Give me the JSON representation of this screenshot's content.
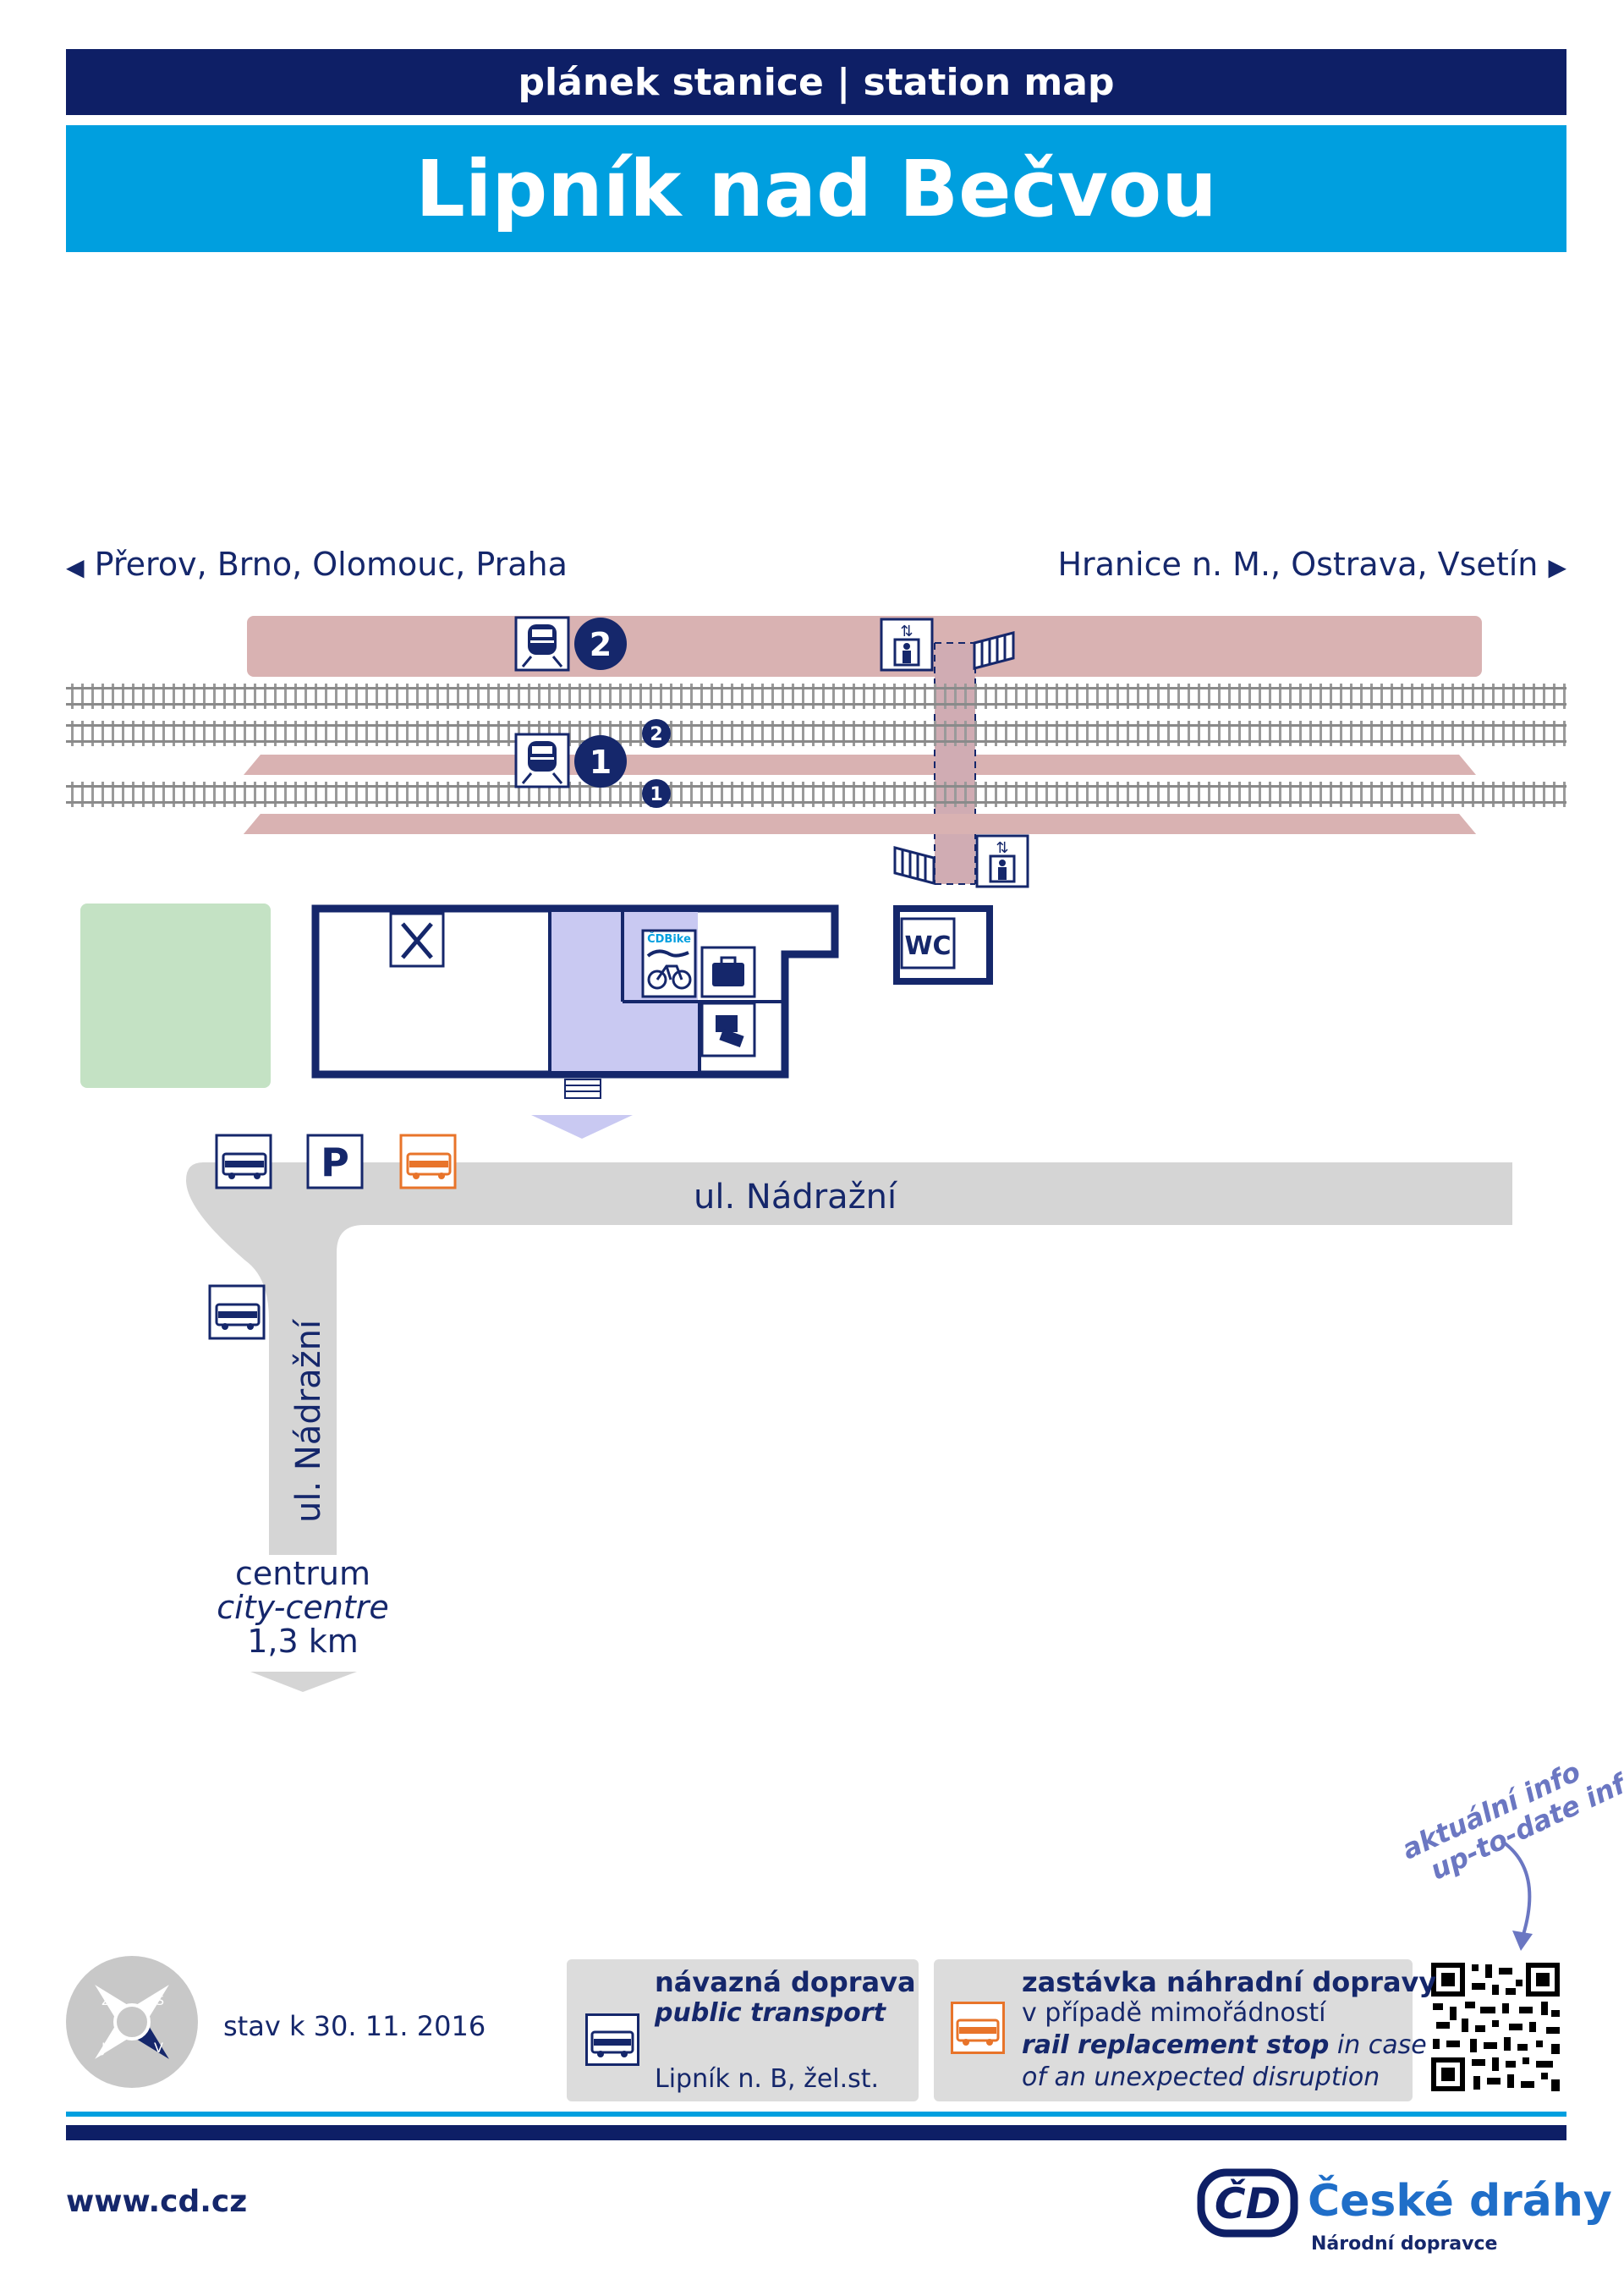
{
  "header": {
    "subtitle": "plánek stanice | station map",
    "title": "Lipník nad Bečvou"
  },
  "directions": {
    "left": "Přerov, Brno, Olomouc, Praha",
    "right": "Hranice n. M., Ostrava, Vsetín"
  },
  "platforms": {
    "platform_upper": "2",
    "platform_lower": "1",
    "track_upper": "2",
    "track_lower": "1"
  },
  "facilities": {
    "wc": "WC",
    "cdbike": "ČDBike",
    "ticket_window": "1",
    "icons": [
      "train-icon",
      "elevator-icon",
      "stairs-icon",
      "restaurant-icon",
      "bicycle-icon",
      "luggage-icon",
      "ticket-icon",
      "wc-icon",
      "bus-icon",
      "parking-icon",
      "replacement-bus-icon"
    ]
  },
  "streets": {
    "horizontal": "ul. Nádražní",
    "vertical": "ul. Nádražní",
    "parking": "P"
  },
  "centrum": {
    "cz": "centrum",
    "en": "city-centre",
    "distance": "1,3 km"
  },
  "footer": {
    "stav": "stav k 30. 11. 2016",
    "legend_public": {
      "title": "návazná doprava",
      "title_en": "public transport",
      "stop": "Lipník n. B, žel.st."
    },
    "legend_replacement": {
      "title": "zastávka náhradní dopravy",
      "line1": "v případě mimořádností",
      "line2_bold": "rail replacement stop",
      "line2_rest": " in case",
      "line3": "of an unexpected disruption"
    },
    "uptodate_cz": "aktuální info",
    "uptodate_en": "up-to-date info",
    "website": "www.cd.cz",
    "brand": "České dráhy",
    "brand_sub": "Národní dopravce",
    "brand_logo": "ČD",
    "compass": [
      "S",
      "J",
      "Z",
      "V"
    ]
  },
  "colors": {
    "navy": "#0e1f66",
    "blue": "#009fdf",
    "platform": "#d9b2b2",
    "road": "#d5d5d5",
    "green": "#c4e2c4",
    "entrance": "#c9c9f2",
    "orange": "#e8742a"
  }
}
